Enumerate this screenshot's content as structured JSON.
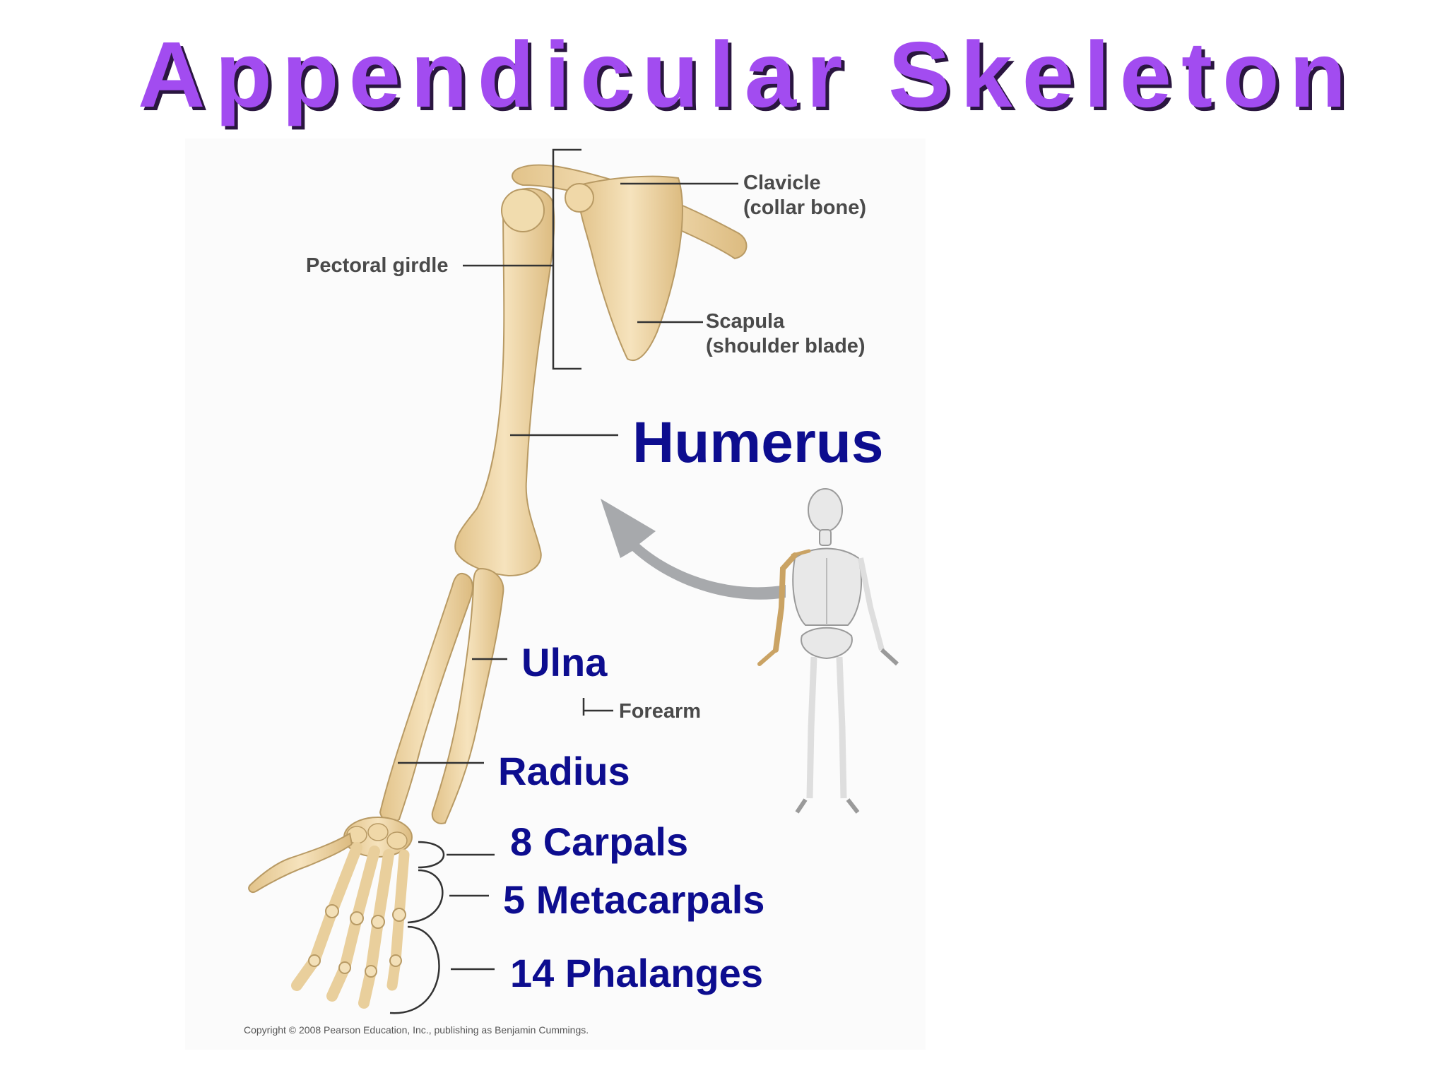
{
  "title": "Appendicular Skeleton",
  "labels": {
    "clavicle": [
      "Clavicle",
      "(collar bone)"
    ],
    "pectoral_girdle": "Pectoral girdle",
    "scapula": [
      "Scapula",
      "(shoulder blade)"
    ],
    "humerus": "Humerus",
    "ulna": "Ulna",
    "forearm": "Forearm",
    "radius": "Radius",
    "carpals": "8 Carpals",
    "metacarpals": "5 Metacarpals",
    "phalanges": "14 Phalanges"
  },
  "copyright": "Copyright © 2008 Pearson Education, Inc., publishing as Benjamin Cummings.",
  "colors": {
    "title": "#a24cf0",
    "title_shadow": "#2a1640",
    "bone": "#ecd3a2",
    "bone_outline": "#b89a64",
    "big_label": "#0d0d8f",
    "small_label": "#4a4a4a",
    "arrow": "#a7a9ac"
  }
}
